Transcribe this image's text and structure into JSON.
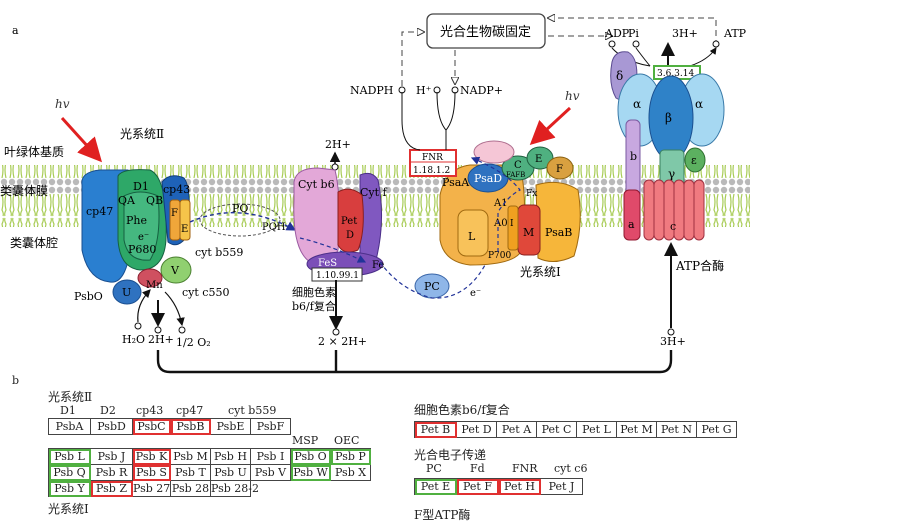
{
  "panel_a": {
    "label": "a",
    "hv_left": "hv",
    "hv_right": "hv",
    "stroma": "叶绿体基质",
    "membrane": "类囊体膜",
    "lumen": "类囊体腔",
    "ps2_title": "光系统Ⅱ",
    "ps2": {
      "cp47": "cp47",
      "d1": "D1",
      "qa": "QA",
      "qb": "QB",
      "cp43": "cp43",
      "phe": "Phe",
      "e": "e⁻",
      "p680": "P680",
      "f": "F",
      "eb": "E",
      "v": "V",
      "u": "U",
      "mn": "Mn",
      "psbo": "PsbO",
      "cytb559": "cyt b559",
      "cytc550": "cyt c550",
      "pq": "PQ",
      "pqh2": "PQH₂"
    },
    "water": {
      "h2o": "H₂O",
      "h2": "2H+",
      "o2": "1/2 O₂"
    },
    "cyt": {
      "top_h": "2H+",
      "cytb6": "Cyt b6",
      "cytf": "Cyt f",
      "pet": "Pet",
      "d": "D",
      "fes": "FeS",
      "fe": "Fe",
      "ec": "1.10.99.1",
      "title": "细胞色素",
      "subtitle": "b6/f复合",
      "bottom_h": "2 × 2H+"
    },
    "pc": {
      "label": "PC",
      "e": "e⁻"
    },
    "ps1": {
      "fnr": "FNR",
      "fnr_ec": "1.18.1.2",
      "psaa": "PsaA",
      "psad": "PsaD",
      "c": "C",
      "e": "E",
      "f": "F",
      "fafb": "FAFB",
      "fx": "Fx",
      "a1": "A1",
      "a0": "A0",
      "l": "L",
      "i": "I",
      "m": "M",
      "psab": "PsaB",
      "p700": "P700",
      "title": "光系统Ⅰ"
    },
    "carbon": {
      "box": "光合生物碳固定",
      "nadph": "NADPH",
      "hplus": "H⁺",
      "nadp": "NADP+"
    },
    "atp": {
      "adp": "ADP",
      "pi": "Pi",
      "h3": "3H+",
      "atp": "ATP",
      "ec": "3.6.3.14",
      "delta": "δ",
      "alpha1": "α",
      "beta": "β",
      "alpha2": "α",
      "b": "b",
      "gamma": "γ",
      "epsilon": "ε",
      "a": "a",
      "c": "c",
      "title": "ATP合酶",
      "bottom_h": "3H+"
    }
  },
  "panel_b": {
    "label": "b",
    "ps2": {
      "title": "光系统Ⅱ",
      "headers": [
        "D1",
        "D2",
        "cp43",
        "cp47",
        "cyt b559"
      ],
      "headers2": [
        "MSP",
        "OEC"
      ],
      "row1": [
        {
          "t": "PsbA",
          "c": ""
        },
        {
          "t": "PsbD",
          "c": ""
        },
        {
          "t": "PsbC",
          "c": "red"
        },
        {
          "t": "PsbB",
          "c": "red"
        },
        {
          "t": "PsbE",
          "c": ""
        },
        {
          "t": "PsbF",
          "c": ""
        }
      ],
      "rows": [
        [
          {
            "t": "Psb L",
            "c": "green"
          },
          {
            "t": "Psb J",
            "c": ""
          },
          {
            "t": "Psb K",
            "c": "red"
          },
          {
            "t": "Psb M",
            "c": ""
          },
          {
            "t": "Psb H",
            "c": ""
          },
          {
            "t": "Psb I",
            "c": ""
          },
          {
            "t": "Psb O",
            "c": "green"
          },
          {
            "t": "Psb P",
            "c": "green"
          }
        ],
        [
          {
            "t": "Psb Q",
            "c": "green"
          },
          {
            "t": "Psb R",
            "c": ""
          },
          {
            "t": "Psb S",
            "c": "red"
          },
          {
            "t": "Psb T",
            "c": ""
          },
          {
            "t": "Psb U",
            "c": ""
          },
          {
            "t": "Psb V",
            "c": ""
          },
          {
            "t": "Psb W",
            "c": "green"
          },
          {
            "t": "Psb X",
            "c": ""
          }
        ],
        [
          {
            "t": "Psb Y",
            "c": "green"
          },
          {
            "t": "Psb Z",
            "c": "red"
          },
          {
            "t": "Psb 27",
            "c": ""
          },
          {
            "t": "Psb 28",
            "c": ""
          },
          {
            "t": "Psb 28-2",
            "c": ""
          }
        ]
      ],
      "ps1_title": "光系统Ⅰ"
    },
    "cyt": {
      "title": "细胞色素b6/f复合",
      "cells": [
        {
          "t": "Pet B",
          "c": "red"
        },
        {
          "t": "Pet D",
          "c": ""
        },
        {
          "t": "Pet A",
          "c": ""
        },
        {
          "t": "Pet C",
          "c": ""
        },
        {
          "t": "Pet L",
          "c": ""
        },
        {
          "t": "Pet M",
          "c": ""
        },
        {
          "t": "Pet N",
          "c": ""
        },
        {
          "t": "Pet G",
          "c": ""
        }
      ]
    },
    "electron": {
      "title": "光合电子传递",
      "headers": [
        "PC",
        "Fd",
        "FNR",
        "cyt c6"
      ],
      "cells": [
        {
          "t": "Pet E",
          "c": "green"
        },
        {
          "t": "Pet F",
          "c": "red"
        },
        {
          "t": "Pet H",
          "c": "red"
        },
        {
          "t": "Pet J",
          "c": ""
        }
      ]
    },
    "atp_title": "F型ATP酶"
  }
}
